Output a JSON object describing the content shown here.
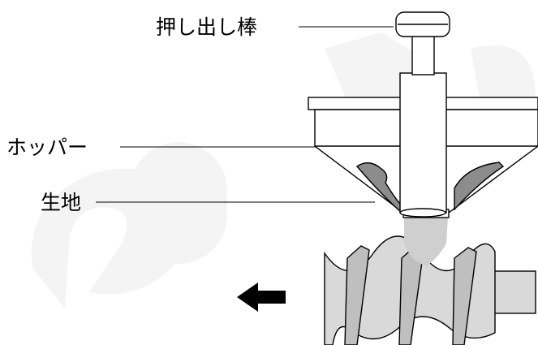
{
  "labels": {
    "pusher_rod": "押し出し棒",
    "hopper": "ホッパー",
    "dough": "生地"
  },
  "colors": {
    "outline": "#000000",
    "dough": "#8c8c8c",
    "screw_body": "#d9d9d9",
    "screw_flight": "#bfbfbf",
    "background": "#ffffff",
    "watermark": "#f2f2f2"
  },
  "icons": {
    "direction_arrow": "arrow-left-icon"
  }
}
